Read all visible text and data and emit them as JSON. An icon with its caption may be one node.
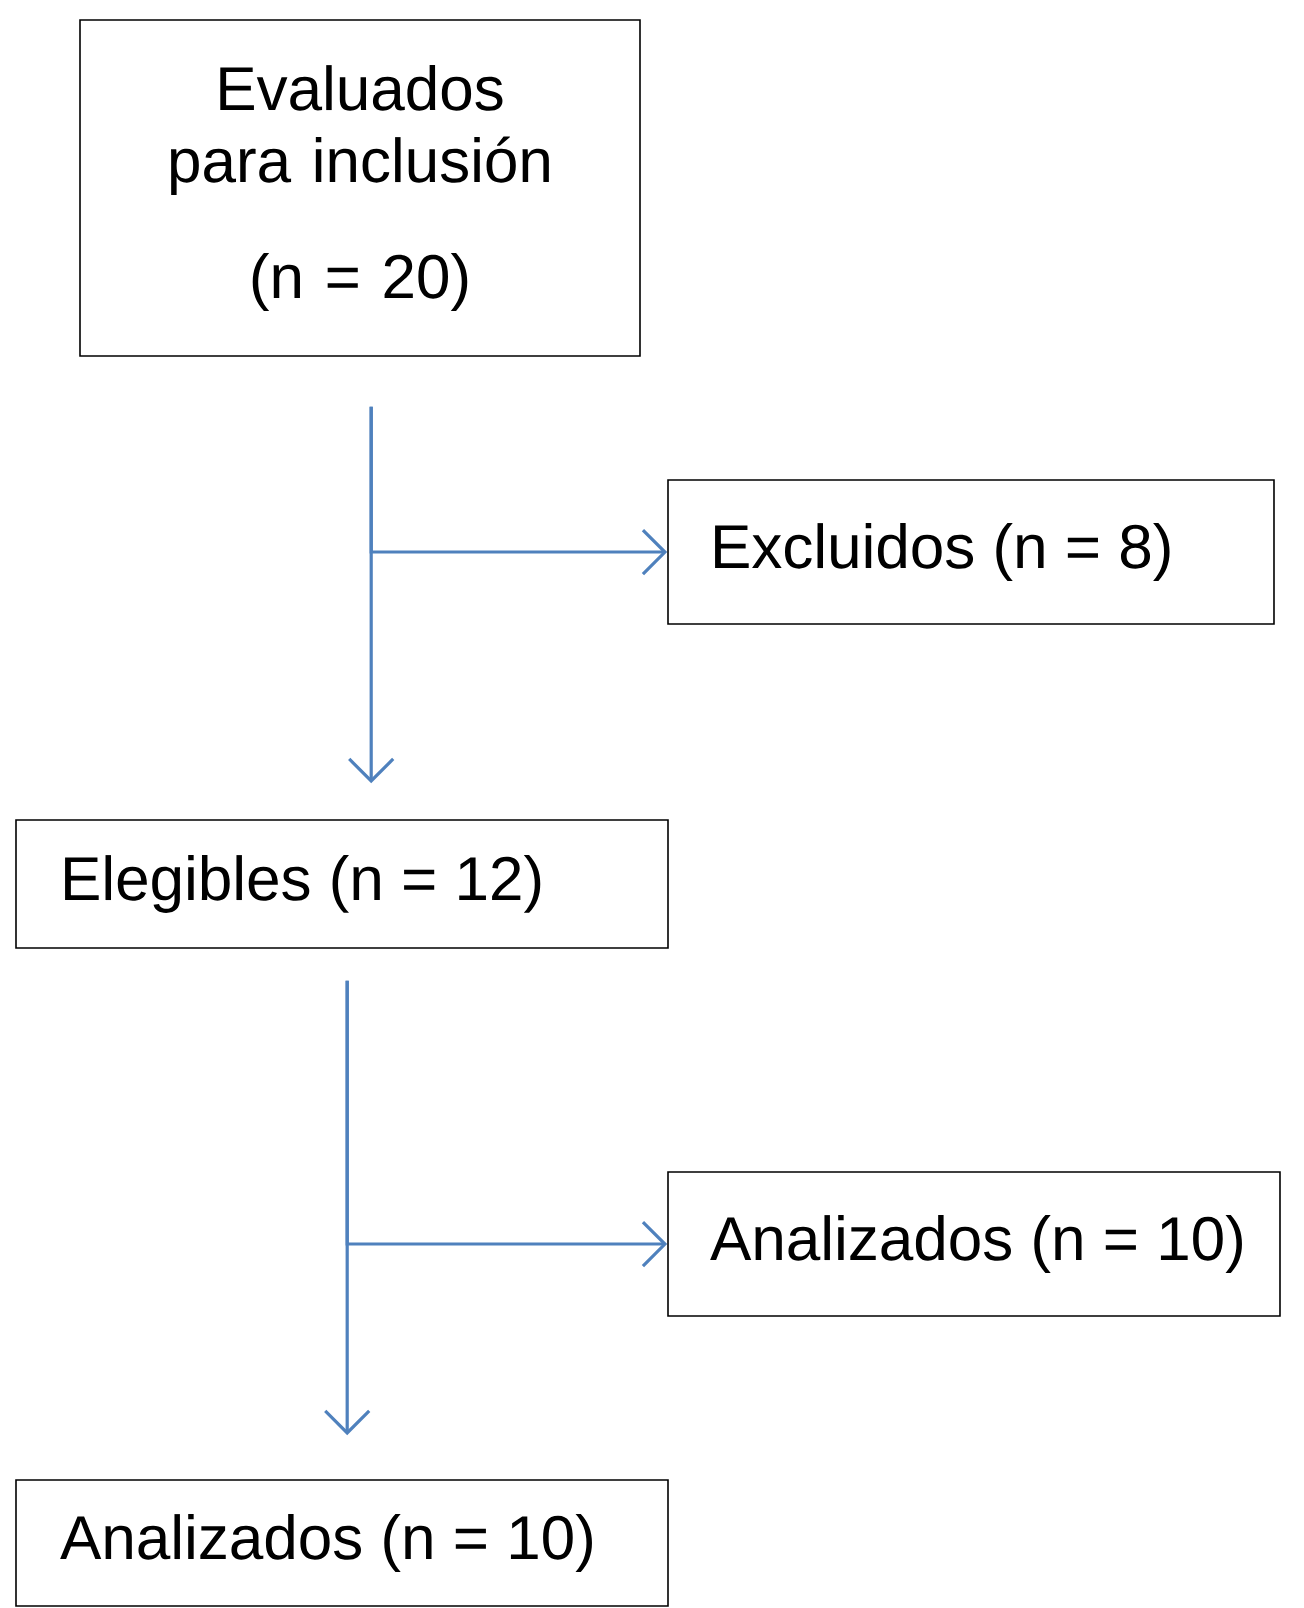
{
  "diagram": {
    "nodes": [
      {
        "text": [
          "Evaluados para inclusión",
          "(n = 20)"
        ]
      },
      {
        "text": [
          "Excluidos (n = 8)"
        ]
      },
      {
        "text": [
          "Elegibles (n = 12)"
        ]
      },
      {
        "text": [
          "Analizados (n = 10)"
        ]
      },
      {
        "text": [
          "Analizados (n = 10)"
        ]
      }
    ],
    "edges": [
      {
        "from": 0,
        "to": 2,
        "arrow": "to"
      },
      {
        "from": 0,
        "to": 1,
        "arrow": "to"
      },
      {
        "from": 2,
        "to": 4,
        "arrow": "to"
      },
      {
        "from": 2,
        "to": 3,
        "arrow": "to"
      }
    ]
  }
}
